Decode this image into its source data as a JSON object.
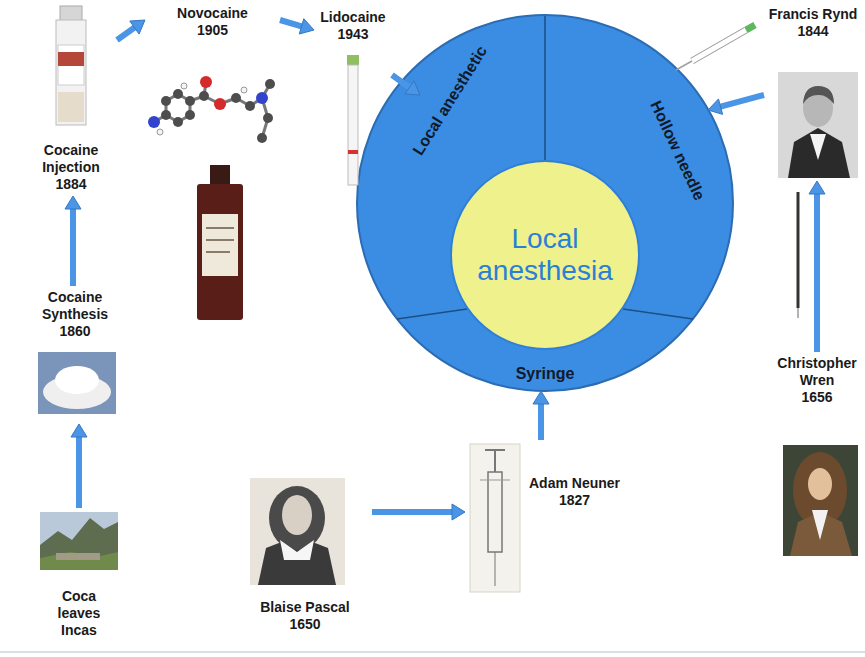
{
  "diagram": {
    "nodes": [
      {
        "text": [
          "Coca leaves Incas"
        ]
      },
      {
        "text": [
          "Cocaine Synthesis",
          "1860"
        ]
      },
      {
        "text": [
          "Cocaine Injection",
          "1884"
        ]
      },
      {
        "text": [
          "Novocaine",
          "1905"
        ]
      },
      {
        "text": [
          "Lidocaine",
          "1943"
        ]
      },
      {
        "text": [
          "Local anesthetic"
        ]
      },
      {
        "text": [
          "Hollow needle"
        ]
      },
      {
        "text": [
          "Syringe"
        ]
      },
      {
        "text": [
          "Local anesthesia"
        ]
      },
      {
        "text": [
          "Francis Rynd",
          "1844"
        ]
      },
      {
        "text": [
          "Christopher Wren",
          "1656"
        ]
      },
      {
        "text": [
          "Blaise Pascal",
          "1650"
        ]
      },
      {
        "text": [
          "Adam Neuner",
          "1827"
        ]
      }
    ],
    "edges": [
      {
        "from": 0,
        "to": 1,
        "arrow": "to"
      },
      {
        "from": 1,
        "to": 2,
        "arrow": "to"
      },
      {
        "from": 2,
        "to": 3,
        "arrow": "to"
      },
      {
        "from": 3,
        "to": 4,
        "arrow": "to"
      },
      {
        "from": 4,
        "to": 5,
        "arrow": "to"
      },
      {
        "from": 9,
        "to": 6,
        "arrow": "to"
      },
      {
        "from": 10,
        "to": 9,
        "arrow": "to"
      },
      {
        "from": 11,
        "to": 12,
        "arrow": "to"
      },
      {
        "from": 12,
        "to": 7,
        "arrow": "to"
      }
    ]
  }
}
